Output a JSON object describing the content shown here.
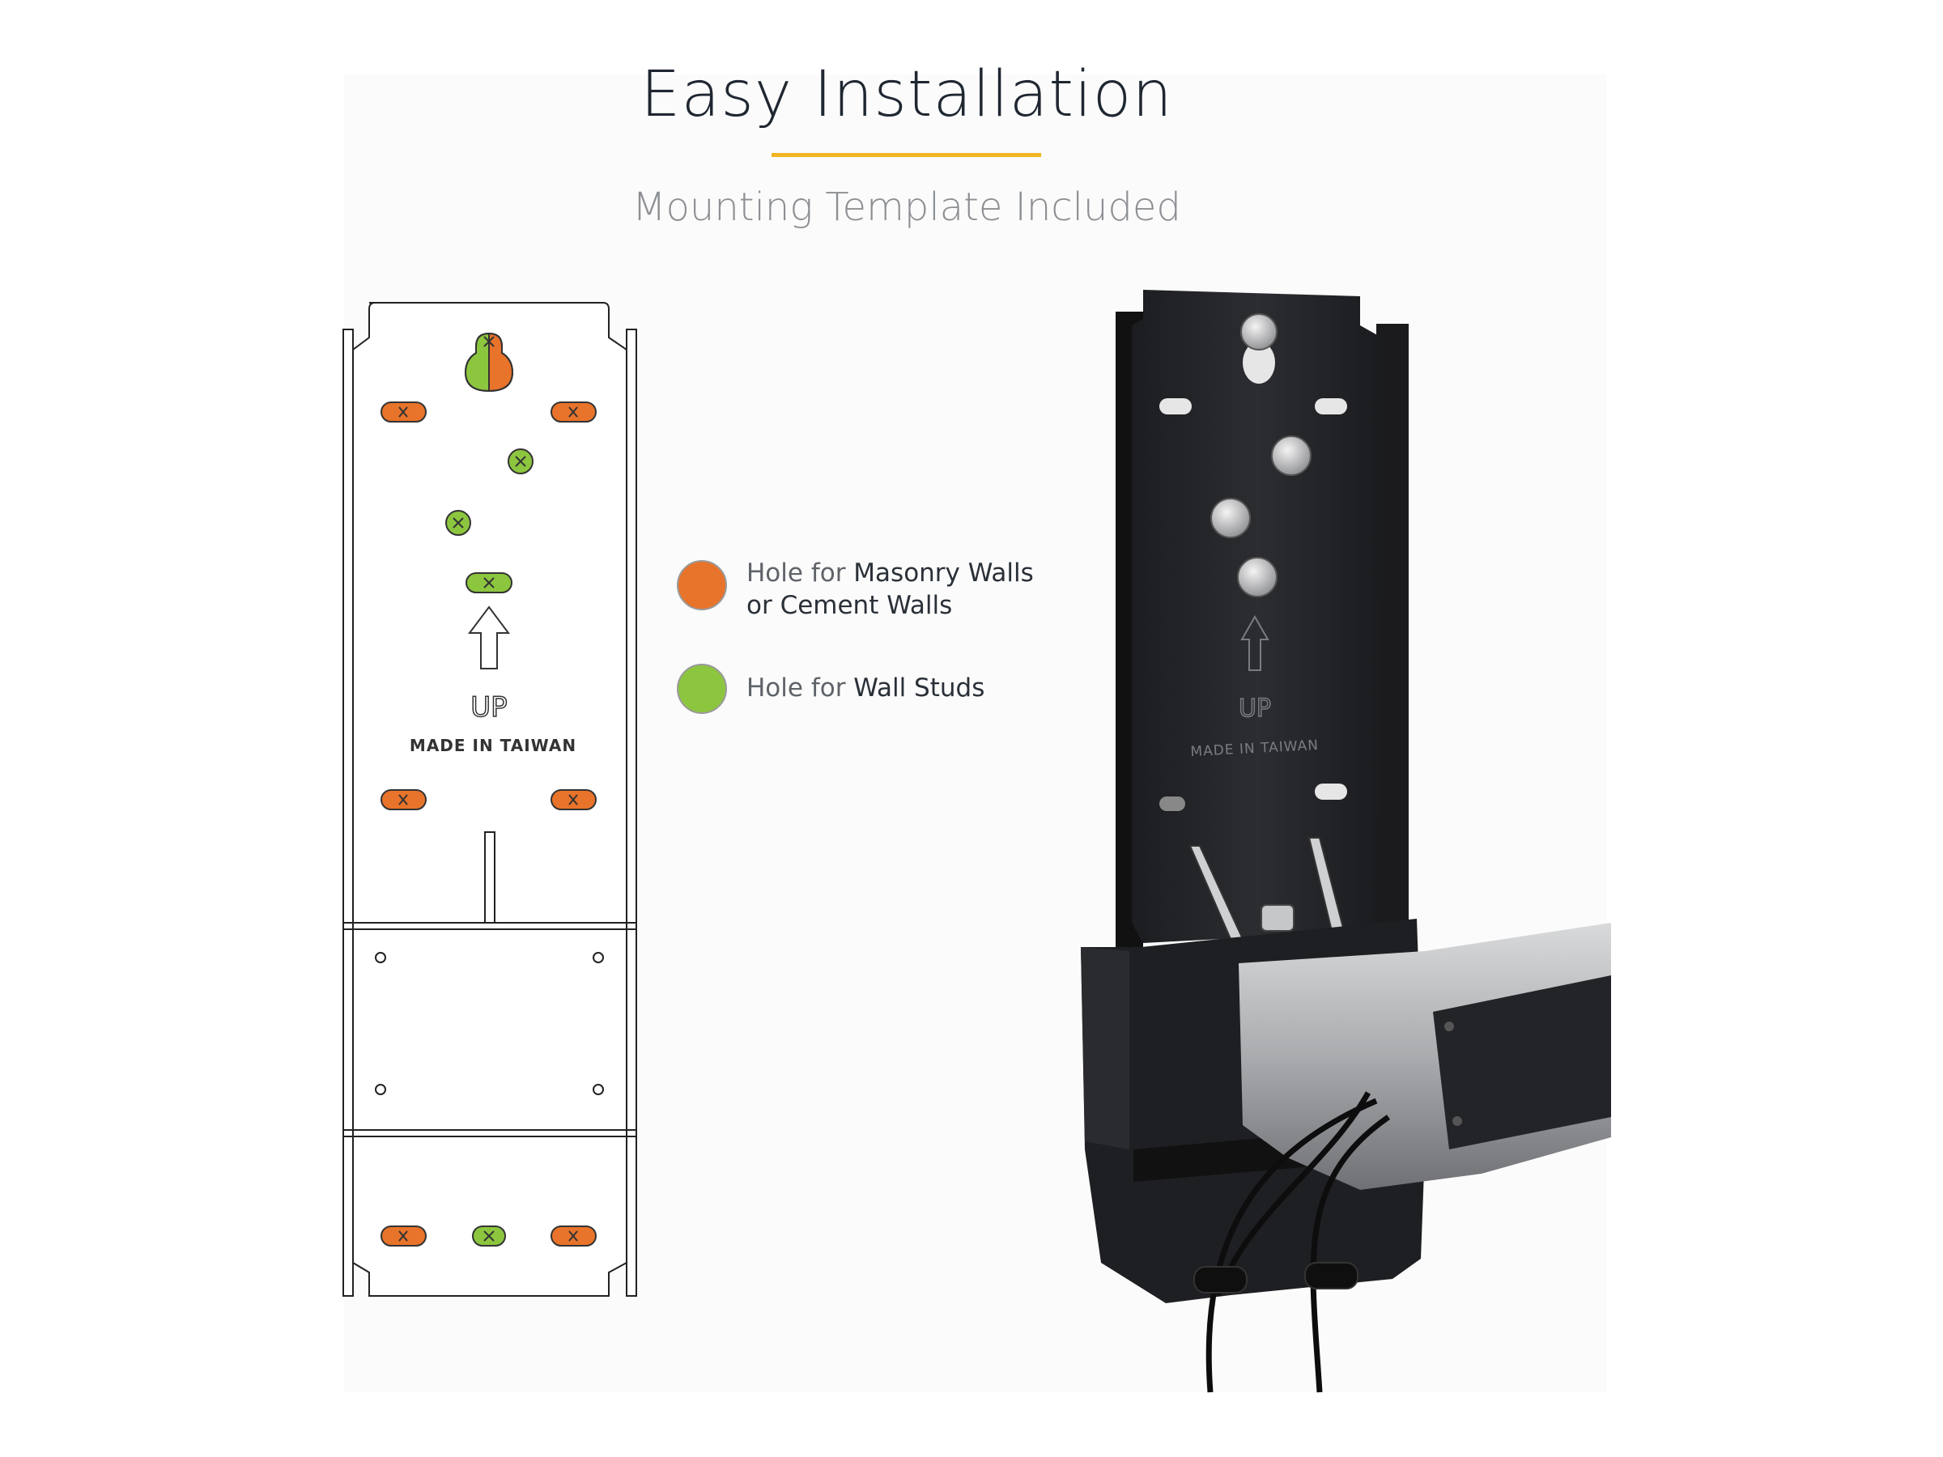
{
  "header": {
    "title": "Easy Installation",
    "subtitle": "Mounting Template Included",
    "accent_color": "#f2b522"
  },
  "template": {
    "up_label": "UP",
    "made_in_label": "MADE IN TAIWAN",
    "masonry_color": "#e8732a",
    "stud_color": "#8cc63f"
  },
  "legend": {
    "masonry": {
      "prefix": "Hole for ",
      "bold_line1": "Masonry Walls",
      "line2": "or Cement Walls",
      "color": "#e8732a"
    },
    "studs": {
      "prefix": "Hole for ",
      "bold": "Wall Studs",
      "color": "#8cc63f"
    }
  },
  "photo": {
    "up_label": "UP",
    "made_in_label": "MADE IN TAIWAN"
  }
}
